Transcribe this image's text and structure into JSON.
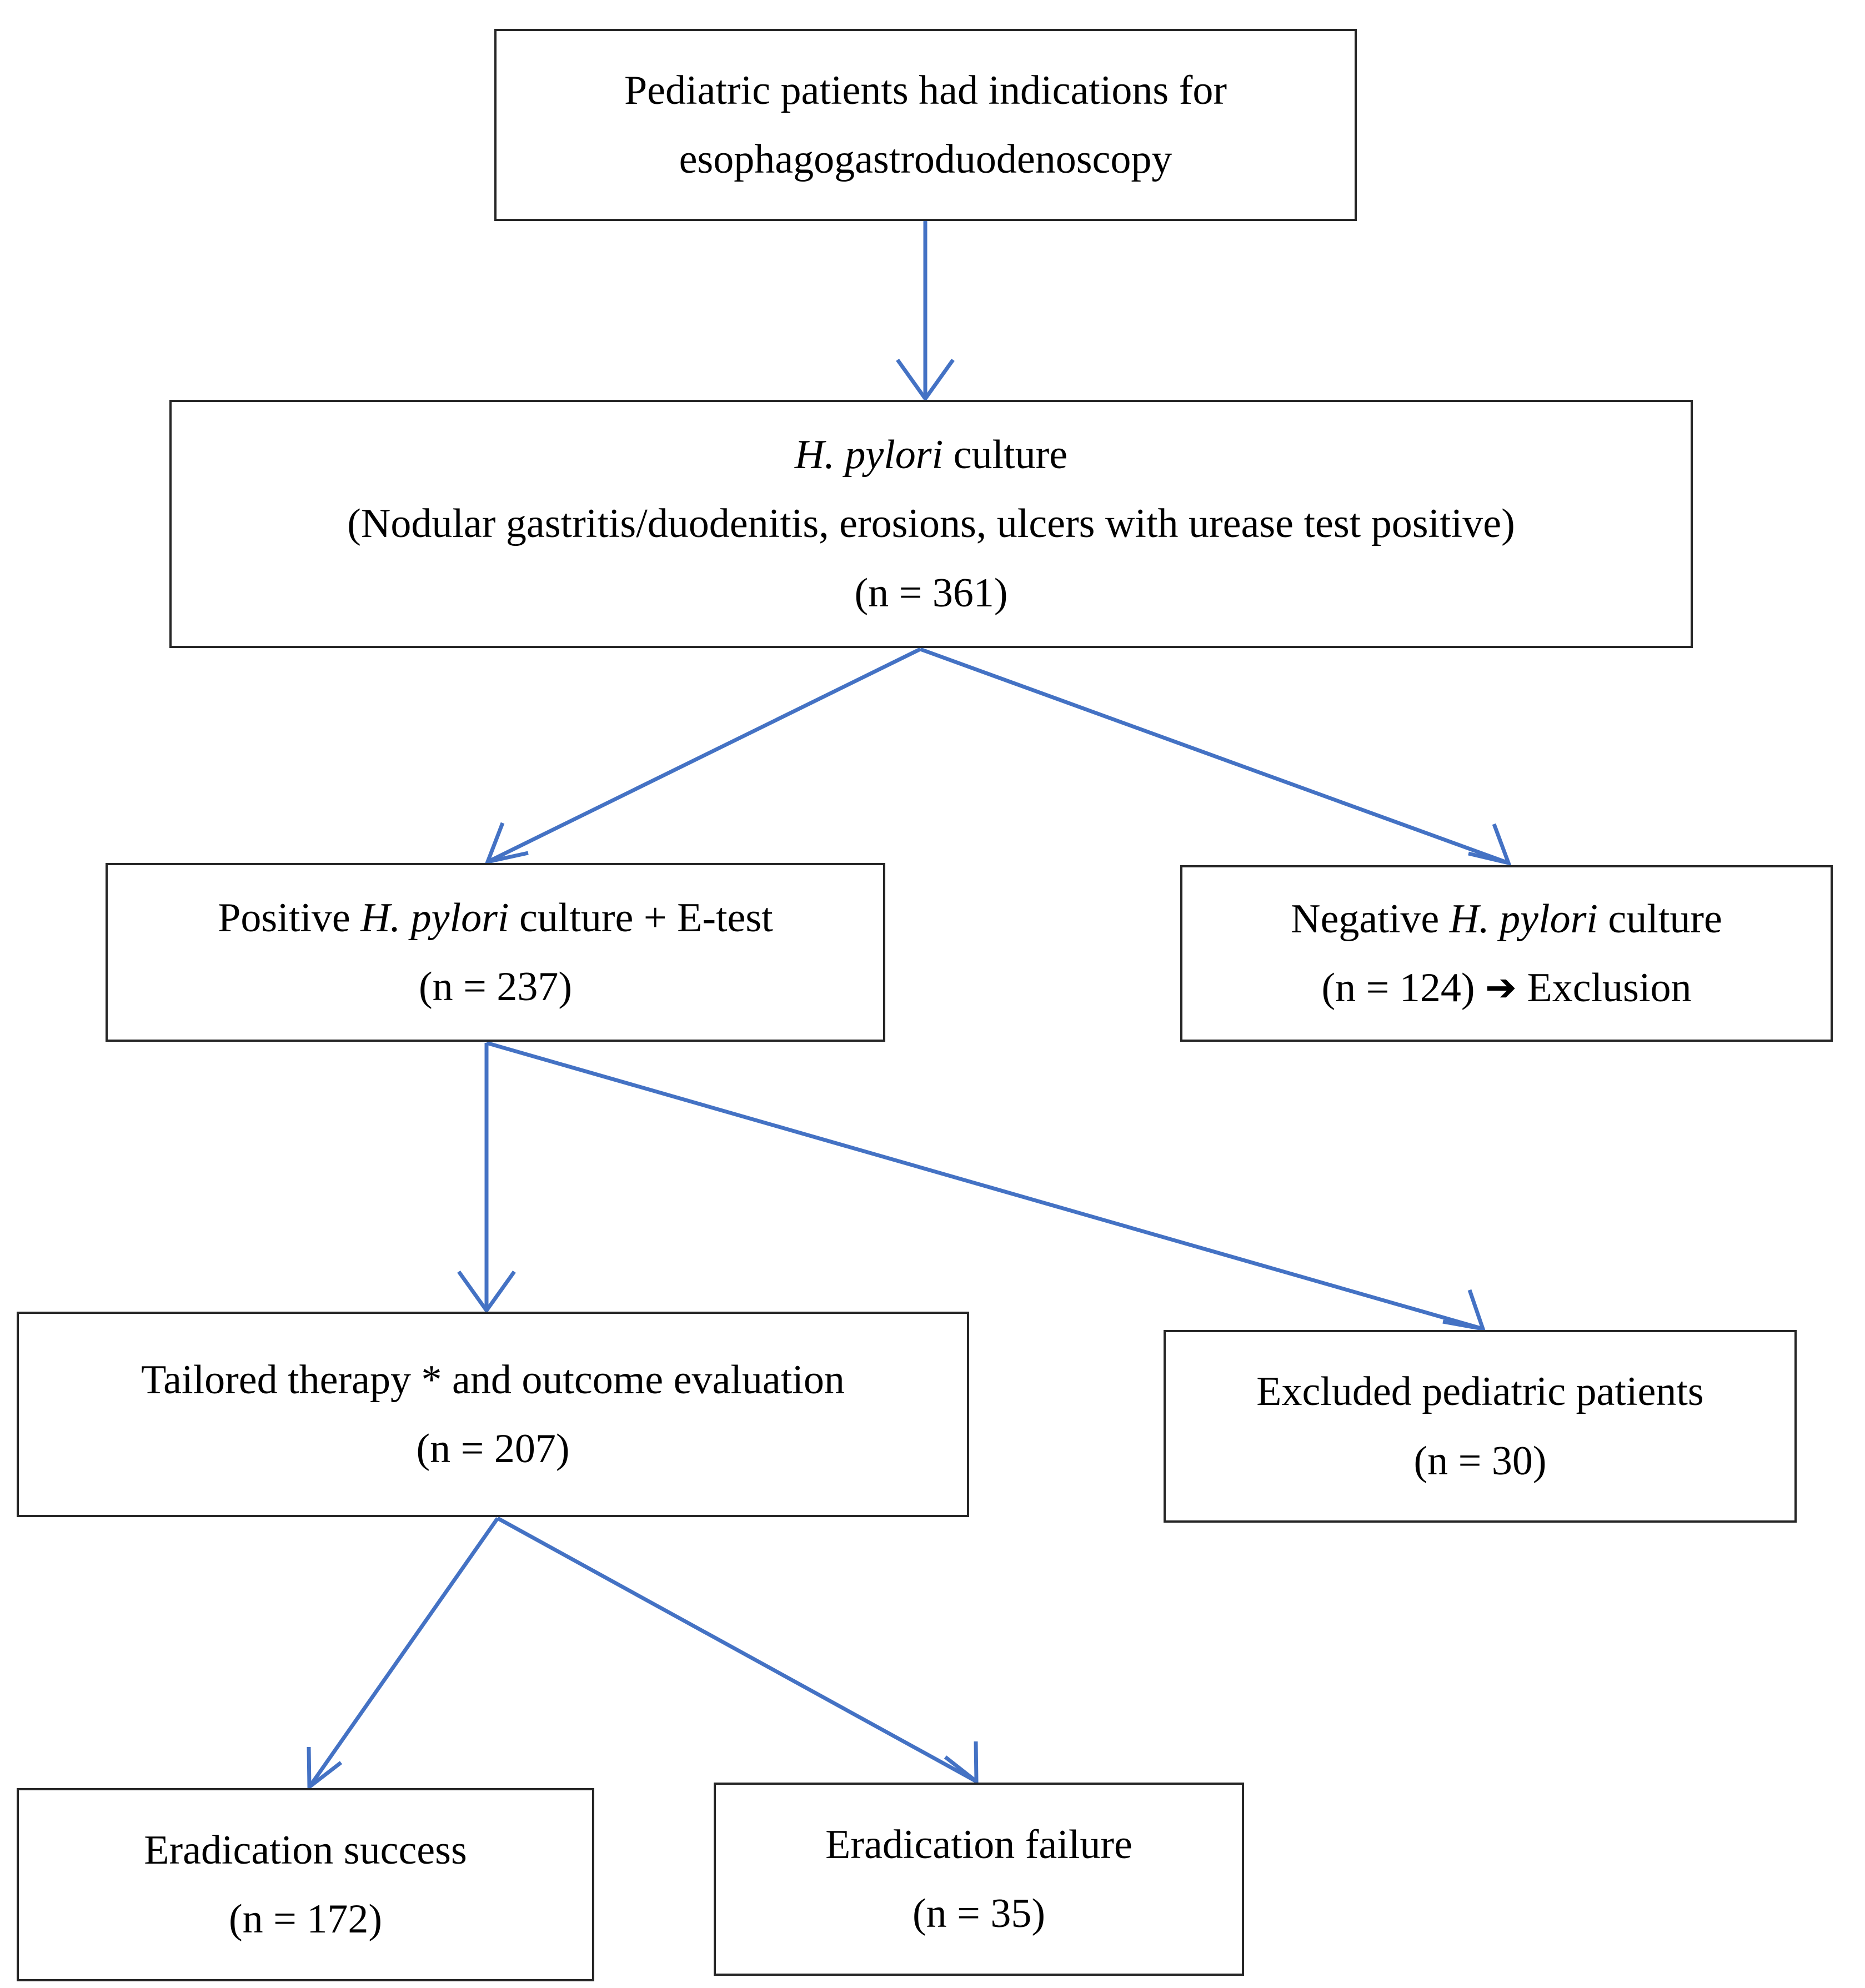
{
  "diagram": {
    "title": "Study enrollment flow for pediatric Helicobacter pylori tailored therapy",
    "accent_color": "#4472C4",
    "box_border_color": "#262626",
    "background_color": "#FFFFFF"
  },
  "nodes": {
    "indication": {
      "line1": "Pediatric patients had indications for",
      "line2": "esophagogastroduodenoscopy"
    },
    "culture": {
      "organism": "H. pylori",
      "line1_suffix": " culture",
      "line2": "(Nodular gastritis/duodenitis, erosions, ulcers with urease test positive)",
      "count": "(n = 361)",
      "n": 361
    },
    "positive": {
      "prefix": "Positive ",
      "organism": "H. pylori",
      "suffix": " culture + E-test",
      "count": "(n = 237)",
      "n": 237
    },
    "negative": {
      "prefix": "Negative ",
      "organism": "H. pylori",
      "suffix": " culture",
      "count": "(n = 124)",
      "arrow": "➔",
      "outcome": "Exclusion",
      "n": 124
    },
    "tailored": {
      "label": "Tailored therapy * and outcome evaluation",
      "count": "(n = 207)",
      "n": 207
    },
    "excluded": {
      "label": "Excluded pediatric patients",
      "count": "(n = 30)",
      "n": 30
    },
    "success": {
      "label": "Eradication success",
      "count": "(n = 172)",
      "n": 172
    },
    "failure": {
      "label": "Eradication failure",
      "count": "(n = 35)",
      "n": 35
    }
  },
  "edges": [
    {
      "from": "indication",
      "to": "culture",
      "kind": "vertical"
    },
    {
      "from": "culture",
      "to": "positive",
      "kind": "diagonal-left"
    },
    {
      "from": "culture",
      "to": "negative",
      "kind": "diagonal-right"
    },
    {
      "from": "positive",
      "to": "tailored",
      "kind": "vertical"
    },
    {
      "from": "positive",
      "to": "excluded",
      "kind": "diagonal-right"
    },
    {
      "from": "tailored",
      "to": "success",
      "kind": "diagonal-left"
    },
    {
      "from": "tailored",
      "to": "failure",
      "kind": "diagonal-right"
    }
  ]
}
